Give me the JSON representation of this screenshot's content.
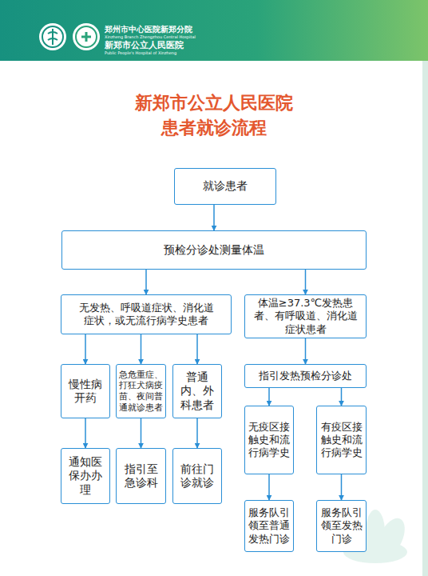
{
  "diagram": {
    "title": "新郑市公立人民医院 患者就诊流程",
    "nodes": [
      {
        "text": [
          "就诊患者"
        ]
      },
      {
        "text": [
          "预检分诊处测量体温"
        ]
      },
      {
        "text": [
          "无发热、呼吸道症状、消化道症状，或无流行病学史患者"
        ]
      },
      {
        "text": [
          "体温≥37.3℃发热患者、有呼吸道、消化道症状患者"
        ]
      },
      {
        "text": [
          "慢性病开药"
        ]
      },
      {
        "text": [
          "急危重症、打狂犬病疫苗、夜间普通就诊患者"
        ]
      },
      {
        "text": [
          "普通内、外科患者"
        ]
      },
      {
        "text": [
          "指引发热预检分诊处"
        ]
      },
      {
        "text": [
          "通知医保办办理"
        ]
      },
      {
        "text": [
          "指引至急诊科"
        ]
      },
      {
        "text": [
          "前往门诊就诊"
        ]
      },
      {
        "text": [
          "无疫区接触史和流行病学史"
        ]
      },
      {
        "text": [
          "有疫区接触史和流行病学史"
        ]
      },
      {
        "text": [
          "服务队引领至普通发热门诊"
        ]
      },
      {
        "text": [
          "服务队引领至发热门诊"
        ]
      }
    ],
    "edges": [
      {
        "from": 0,
        "to": 1,
        "arrow": "to"
      },
      {
        "from": 1,
        "to": 2,
        "arrow": "to"
      },
      {
        "from": 1,
        "to": 3,
        "arrow": "to"
      },
      {
        "from": 2,
        "to": 4,
        "arrow": "to"
      },
      {
        "from": 2,
        "to": 5,
        "arrow": "to"
      },
      {
        "from": 2,
        "to": 6,
        "arrow": "to"
      },
      {
        "from": 3,
        "to": 7,
        "arrow": "to"
      },
      {
        "from": 4,
        "to": 8,
        "arrow": "to"
      },
      {
        "from": 5,
        "to": 9,
        "arrow": "to"
      },
      {
        "from": 6,
        "to": 10,
        "arrow": "to"
      },
      {
        "from": 7,
        "to": 11,
        "arrow": "to"
      },
      {
        "from": 7,
        "to": 12,
        "arrow": "to"
      },
      {
        "from": 11,
        "to": 13,
        "arrow": "to"
      },
      {
        "from": 12,
        "to": 14,
        "arrow": "to"
      }
    ],
    "labels": [
      "郑州市中心医院新郑分院",
      "Xinzheng Branch Zhengzhou Central Hospital",
      "新郑市公立人民医院",
      "Public People's Hospital of Xinzheng"
    ]
  }
}
